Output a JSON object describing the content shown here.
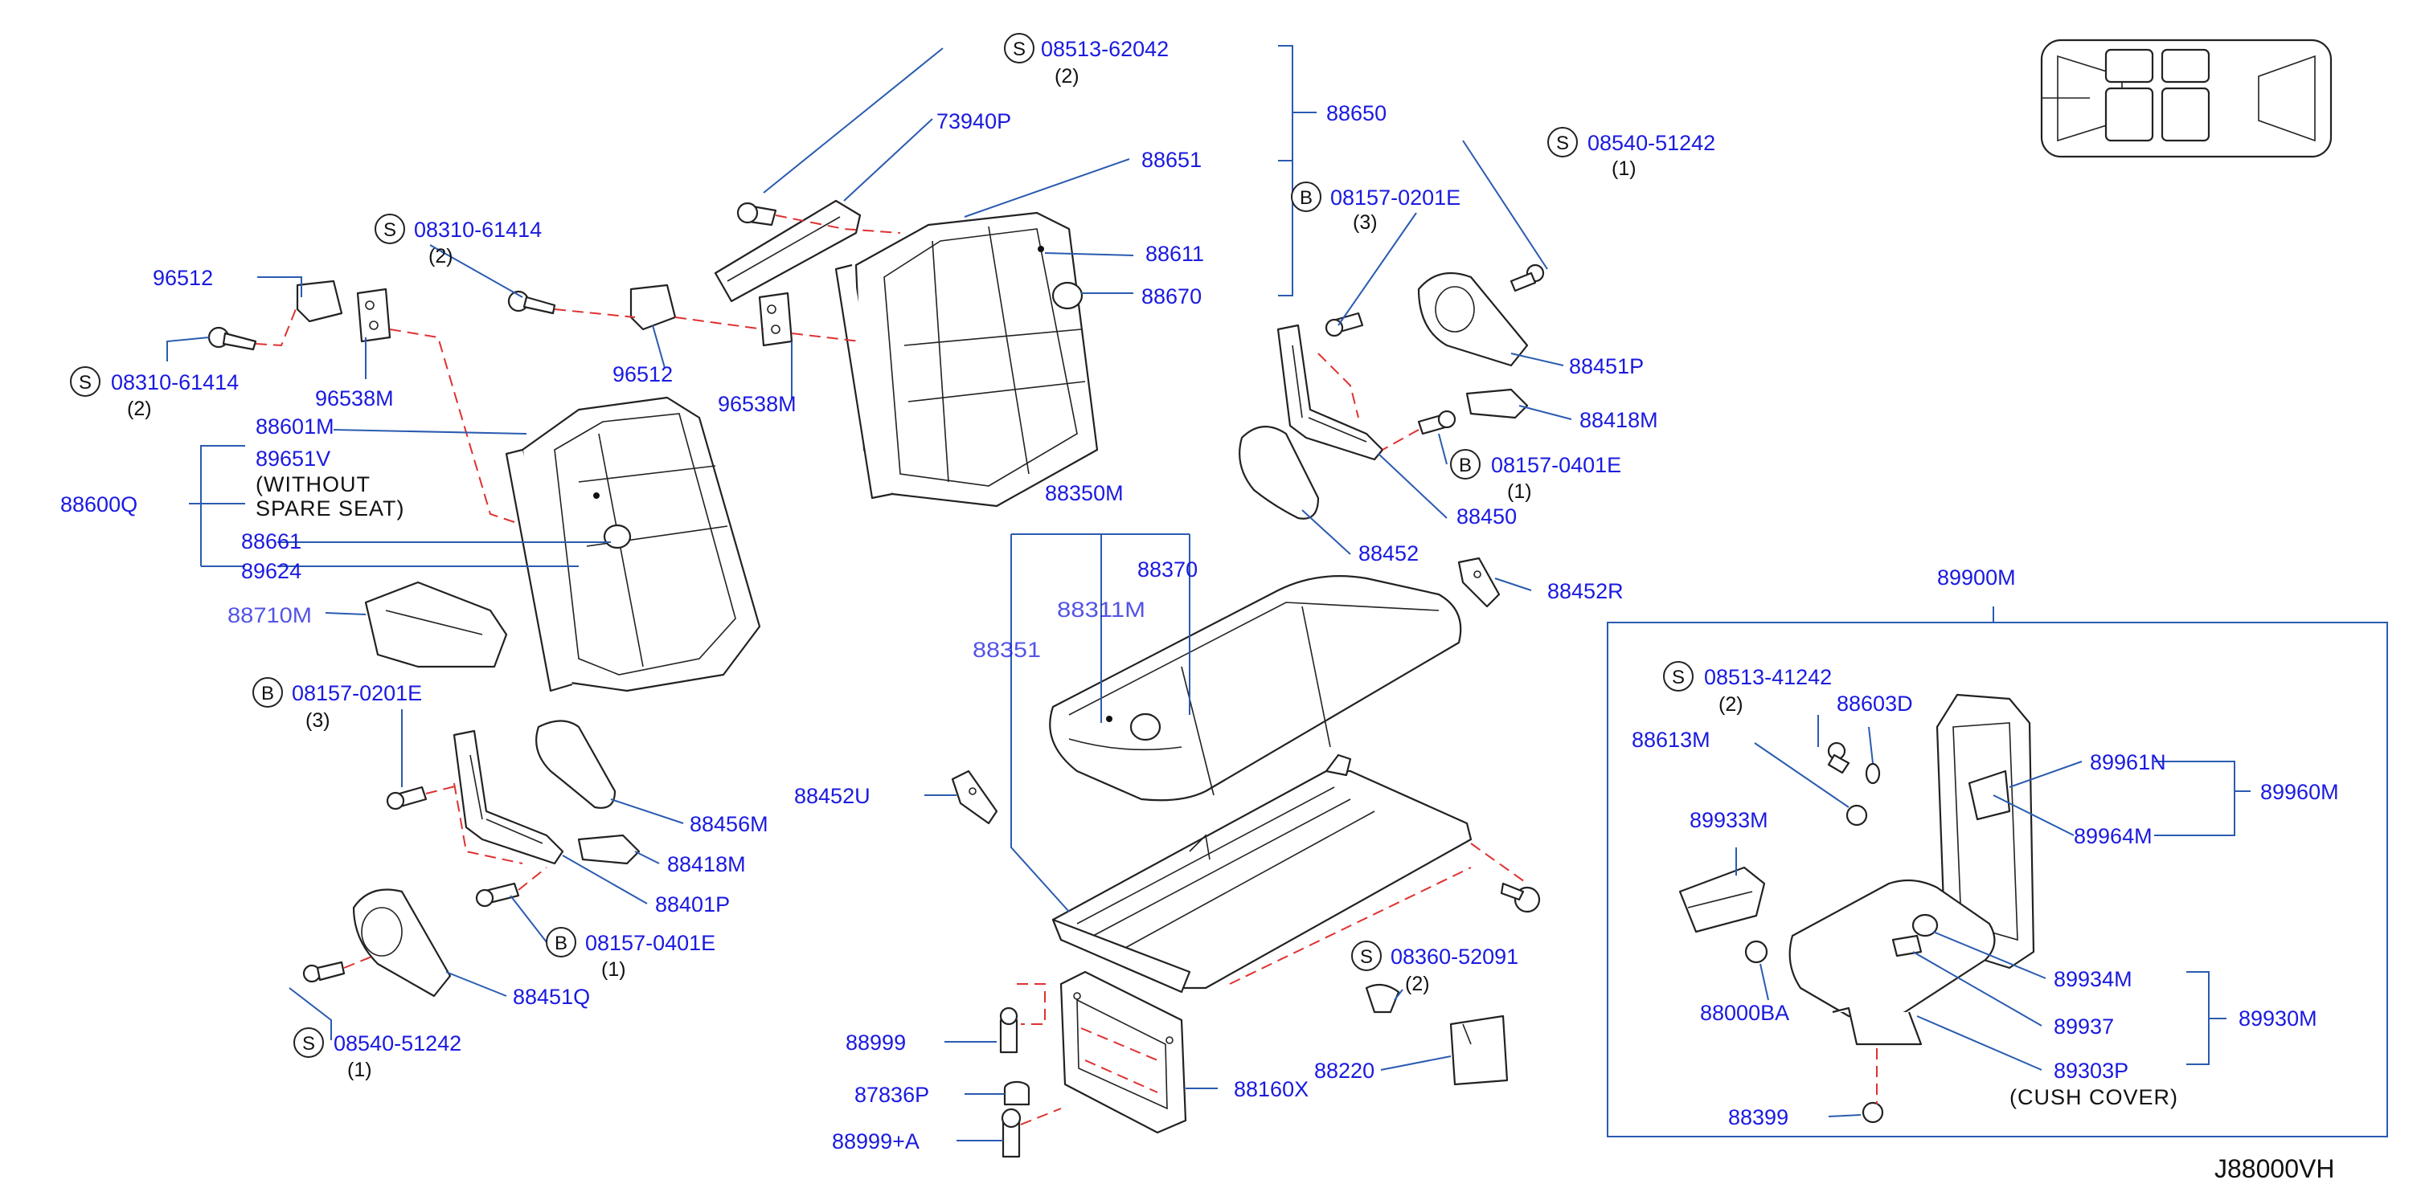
{
  "labels": {
    "p88650": "88650",
    "p88651": "88651",
    "p88611": "88611",
    "p88670": "88670",
    "p73940P": "73940P",
    "p08513_62042": "08513-62042",
    "q08513_62042": "(2)",
    "p08310_61414_a": "08310-61414",
    "q08310_61414_a": "(2)",
    "p08310_61414_b": "08310-61414",
    "q08310_61414_b": "(2)",
    "p96512_a": "96512",
    "p96512_b": "96512",
    "p96538M_a": "96538M",
    "p96538M_b": "96538M",
    "p88601M": "88601M",
    "p89651V": "89651V",
    "note_without": "(WITHOUT",
    "note_spare": "SPARE   SEAT)",
    "p88600Q": "88600Q",
    "p88661": "88661",
    "p89624": "89624",
    "p_partial_left": "88710M",
    "p08157_0201E_a": "08157-0201E",
    "q08157_0201E_a": "(3)",
    "p08157_0201E_b": "08157-0201E",
    "q08157_0201E_b": "(3)",
    "p88456M": "88456M",
    "p88418M_a": "88418M",
    "p88418M_b": "88418M",
    "p88401P": "88401P",
    "p08157_0401E_a": "08157-0401E",
    "q08157_0401E_a": "(1)",
    "p08157_0401E_b": "08157-0401E",
    "q08157_0401E_b": "(1)",
    "p88451Q": "88451Q",
    "p88451P": "88451P",
    "p08540_51242_a": "08540-51242",
    "q08540_51242_a": "(1)",
    "p08540_51242_b": "08540-51242",
    "q08540_51242_b": "(1)",
    "p88350M": "88350M",
    "p88370": "88370",
    "p_partial_mid1": "88311M",
    "p_partial_mid2": "88351",
    "p88452": "88452",
    "p88452R": "88452R",
    "p88452U": "88452U",
    "p88450": "88450",
    "p08360_52091": "08360-52091",
    "q08360_52091": "(2)",
    "p88999": "88999",
    "p87836P": "87836P",
    "p88999A": "88999+A",
    "p88160X": "88160X",
    "p88220": "88220",
    "p89900M": "89900M",
    "p08513_41242": "08513-41242",
    "q08513_41242": "(2)",
    "p88603D": "88603D",
    "p88613M": "88613M",
    "p89961N": "89961N",
    "p89960M": "89960M",
    "p89964M": "89964M",
    "p89933M": "89933M",
    "p88000BA": "88000BA",
    "p89934M": "89934M",
    "p89930M": "89930M",
    "p89937": "89937",
    "p89303P": "89303P",
    "note_cush": "(CUSH   COVER)",
    "p88399": "88399",
    "diagram_code": "J88000VH"
  },
  "marks": {
    "screw": "S",
    "bolt": "B"
  },
  "colors": {
    "label": "#1a1ae0",
    "leader": "#2a5bb0",
    "phantom_line": "#e03030",
    "part_outline": "#222222"
  }
}
